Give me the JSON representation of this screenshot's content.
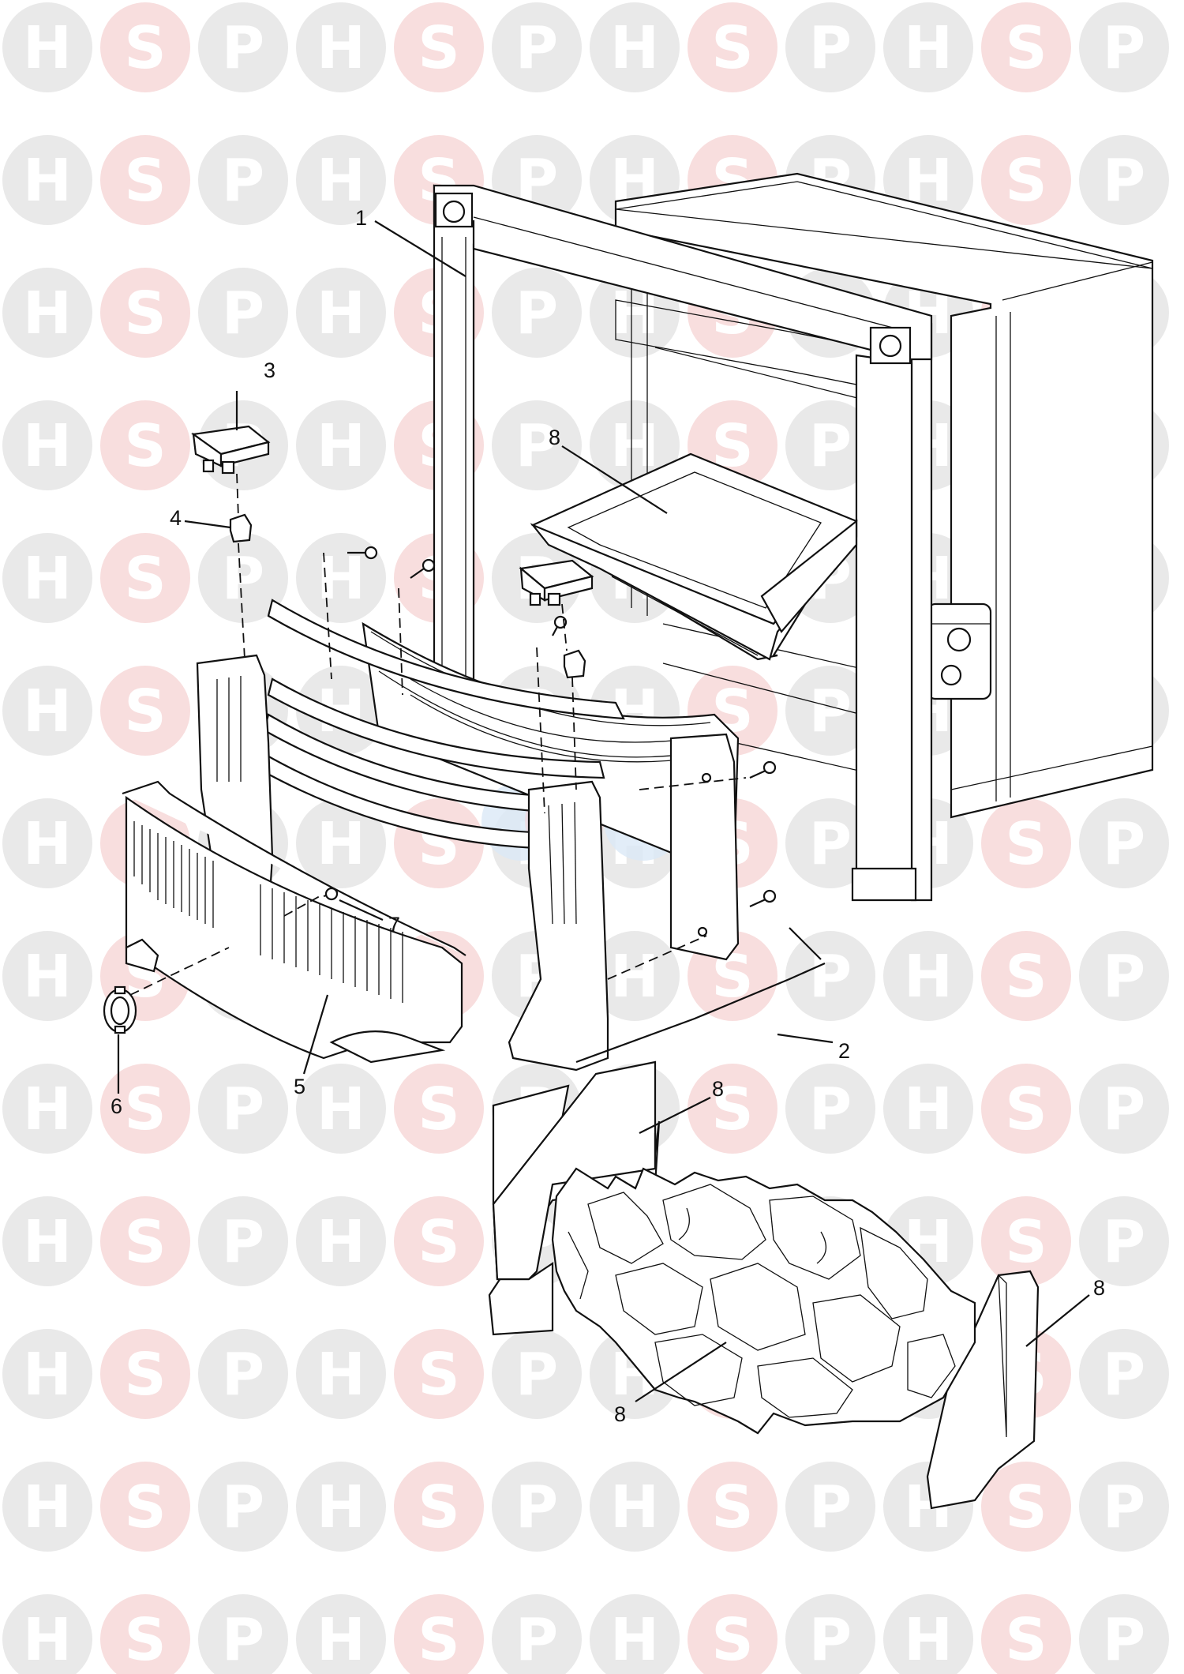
{
  "watermark": {
    "letters": [
      "H",
      "S",
      "P"
    ],
    "colors": {
      "H": "#e9e9e9",
      "S": "#f8dede",
      "P": "#e9e9e9",
      "center_blue": "#dbe8f6",
      "center_pink": "#f4d4d8"
    }
  },
  "callouts": [
    {
      "id": "c1",
      "label": "1"
    },
    {
      "id": "c2",
      "label": "2"
    },
    {
      "id": "c3",
      "label": "3"
    },
    {
      "id": "c4",
      "label": "4"
    },
    {
      "id": "c5",
      "label": "5"
    },
    {
      "id": "c6",
      "label": "6"
    },
    {
      "id": "c7",
      "label": "7"
    },
    {
      "id": "c8a",
      "label": "8"
    },
    {
      "id": "c8b",
      "label": "8"
    },
    {
      "id": "c8c",
      "label": "8"
    },
    {
      "id": "c8d",
      "label": "8"
    }
  ]
}
